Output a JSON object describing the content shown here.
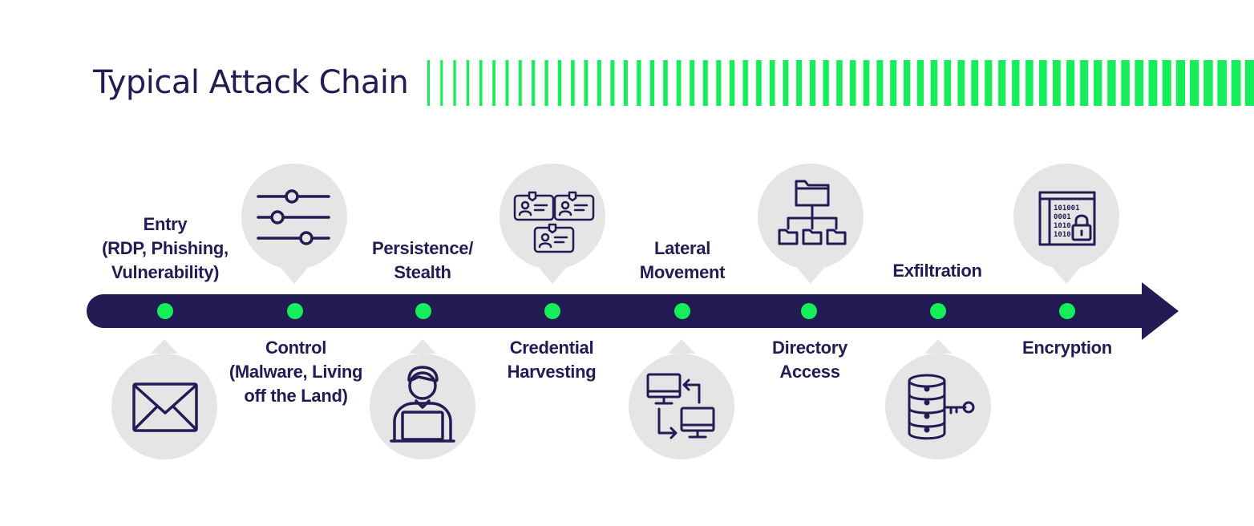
{
  "title": "Typical Attack Chain",
  "colors": {
    "navy": "#221b54",
    "green": "#16ee59",
    "bubble": "#e6e5e5"
  },
  "steps": [
    {
      "label": "Entry\n(RDP, Phishing,\nVulnerability)",
      "icon": "envelope-icon"
    },
    {
      "label": "Control\n(Malware, Living\noff the Land)",
      "icon": "sliders-icon"
    },
    {
      "label": "Persistence/\nStealth",
      "icon": "user-laptop-icon"
    },
    {
      "label": "Credential\nHarvesting",
      "icon": "id-cards-icon"
    },
    {
      "label": "Lateral\nMovement",
      "icon": "network-computers-icon"
    },
    {
      "label": "Directory\nAccess",
      "icon": "folder-tree-icon"
    },
    {
      "label": "Exfiltration",
      "icon": "database-key-icon"
    },
    {
      "label": "Encryption",
      "icon": "locked-file-icon"
    }
  ]
}
